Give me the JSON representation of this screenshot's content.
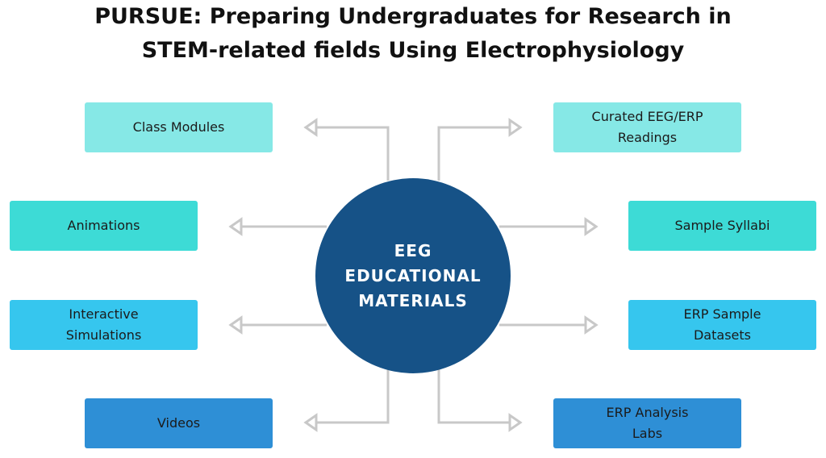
{
  "title": {
    "line1": "PURSUE: Preparing Undergraduates for Research in",
    "line2": "STEM-related fields Using Electrophysiology"
  },
  "hub": {
    "line1": "EEG",
    "line2": "EDUCATIONAL",
    "line3": "MATERIALS"
  },
  "left": [
    {
      "line1": "Class Modules",
      "line2": ""
    },
    {
      "line1": "Animations",
      "line2": ""
    },
    {
      "line1": "Interactive",
      "line2": "Simulations"
    },
    {
      "line1": "Videos",
      "line2": ""
    }
  ],
  "right": [
    {
      "line1": "Curated EEG/ERP",
      "line2": "Readings"
    },
    {
      "line1": "Sample Syllabi",
      "line2": ""
    },
    {
      "line1": "ERP Sample",
      "line2": "Datasets"
    },
    {
      "line1": "ERP Analysis",
      "line2": "Labs"
    }
  ],
  "colors": {
    "hub": "#165287",
    "row1": "#86e8e6",
    "row2": "#3ddbd6",
    "row3": "#36c6ee",
    "row4": "#2e8fd6",
    "connector": "#c8c8c8"
  }
}
